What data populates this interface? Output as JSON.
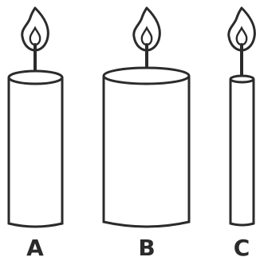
{
  "candles": [
    {
      "label": "A"
    },
    {
      "label": "B"
    },
    {
      "label": "C"
    }
  ],
  "colors": {
    "stroke": "#2b2b2b",
    "fill": "#ffffff",
    "wick": "#2b2b2b"
  },
  "icons": {
    "flame": "flame-icon"
  }
}
